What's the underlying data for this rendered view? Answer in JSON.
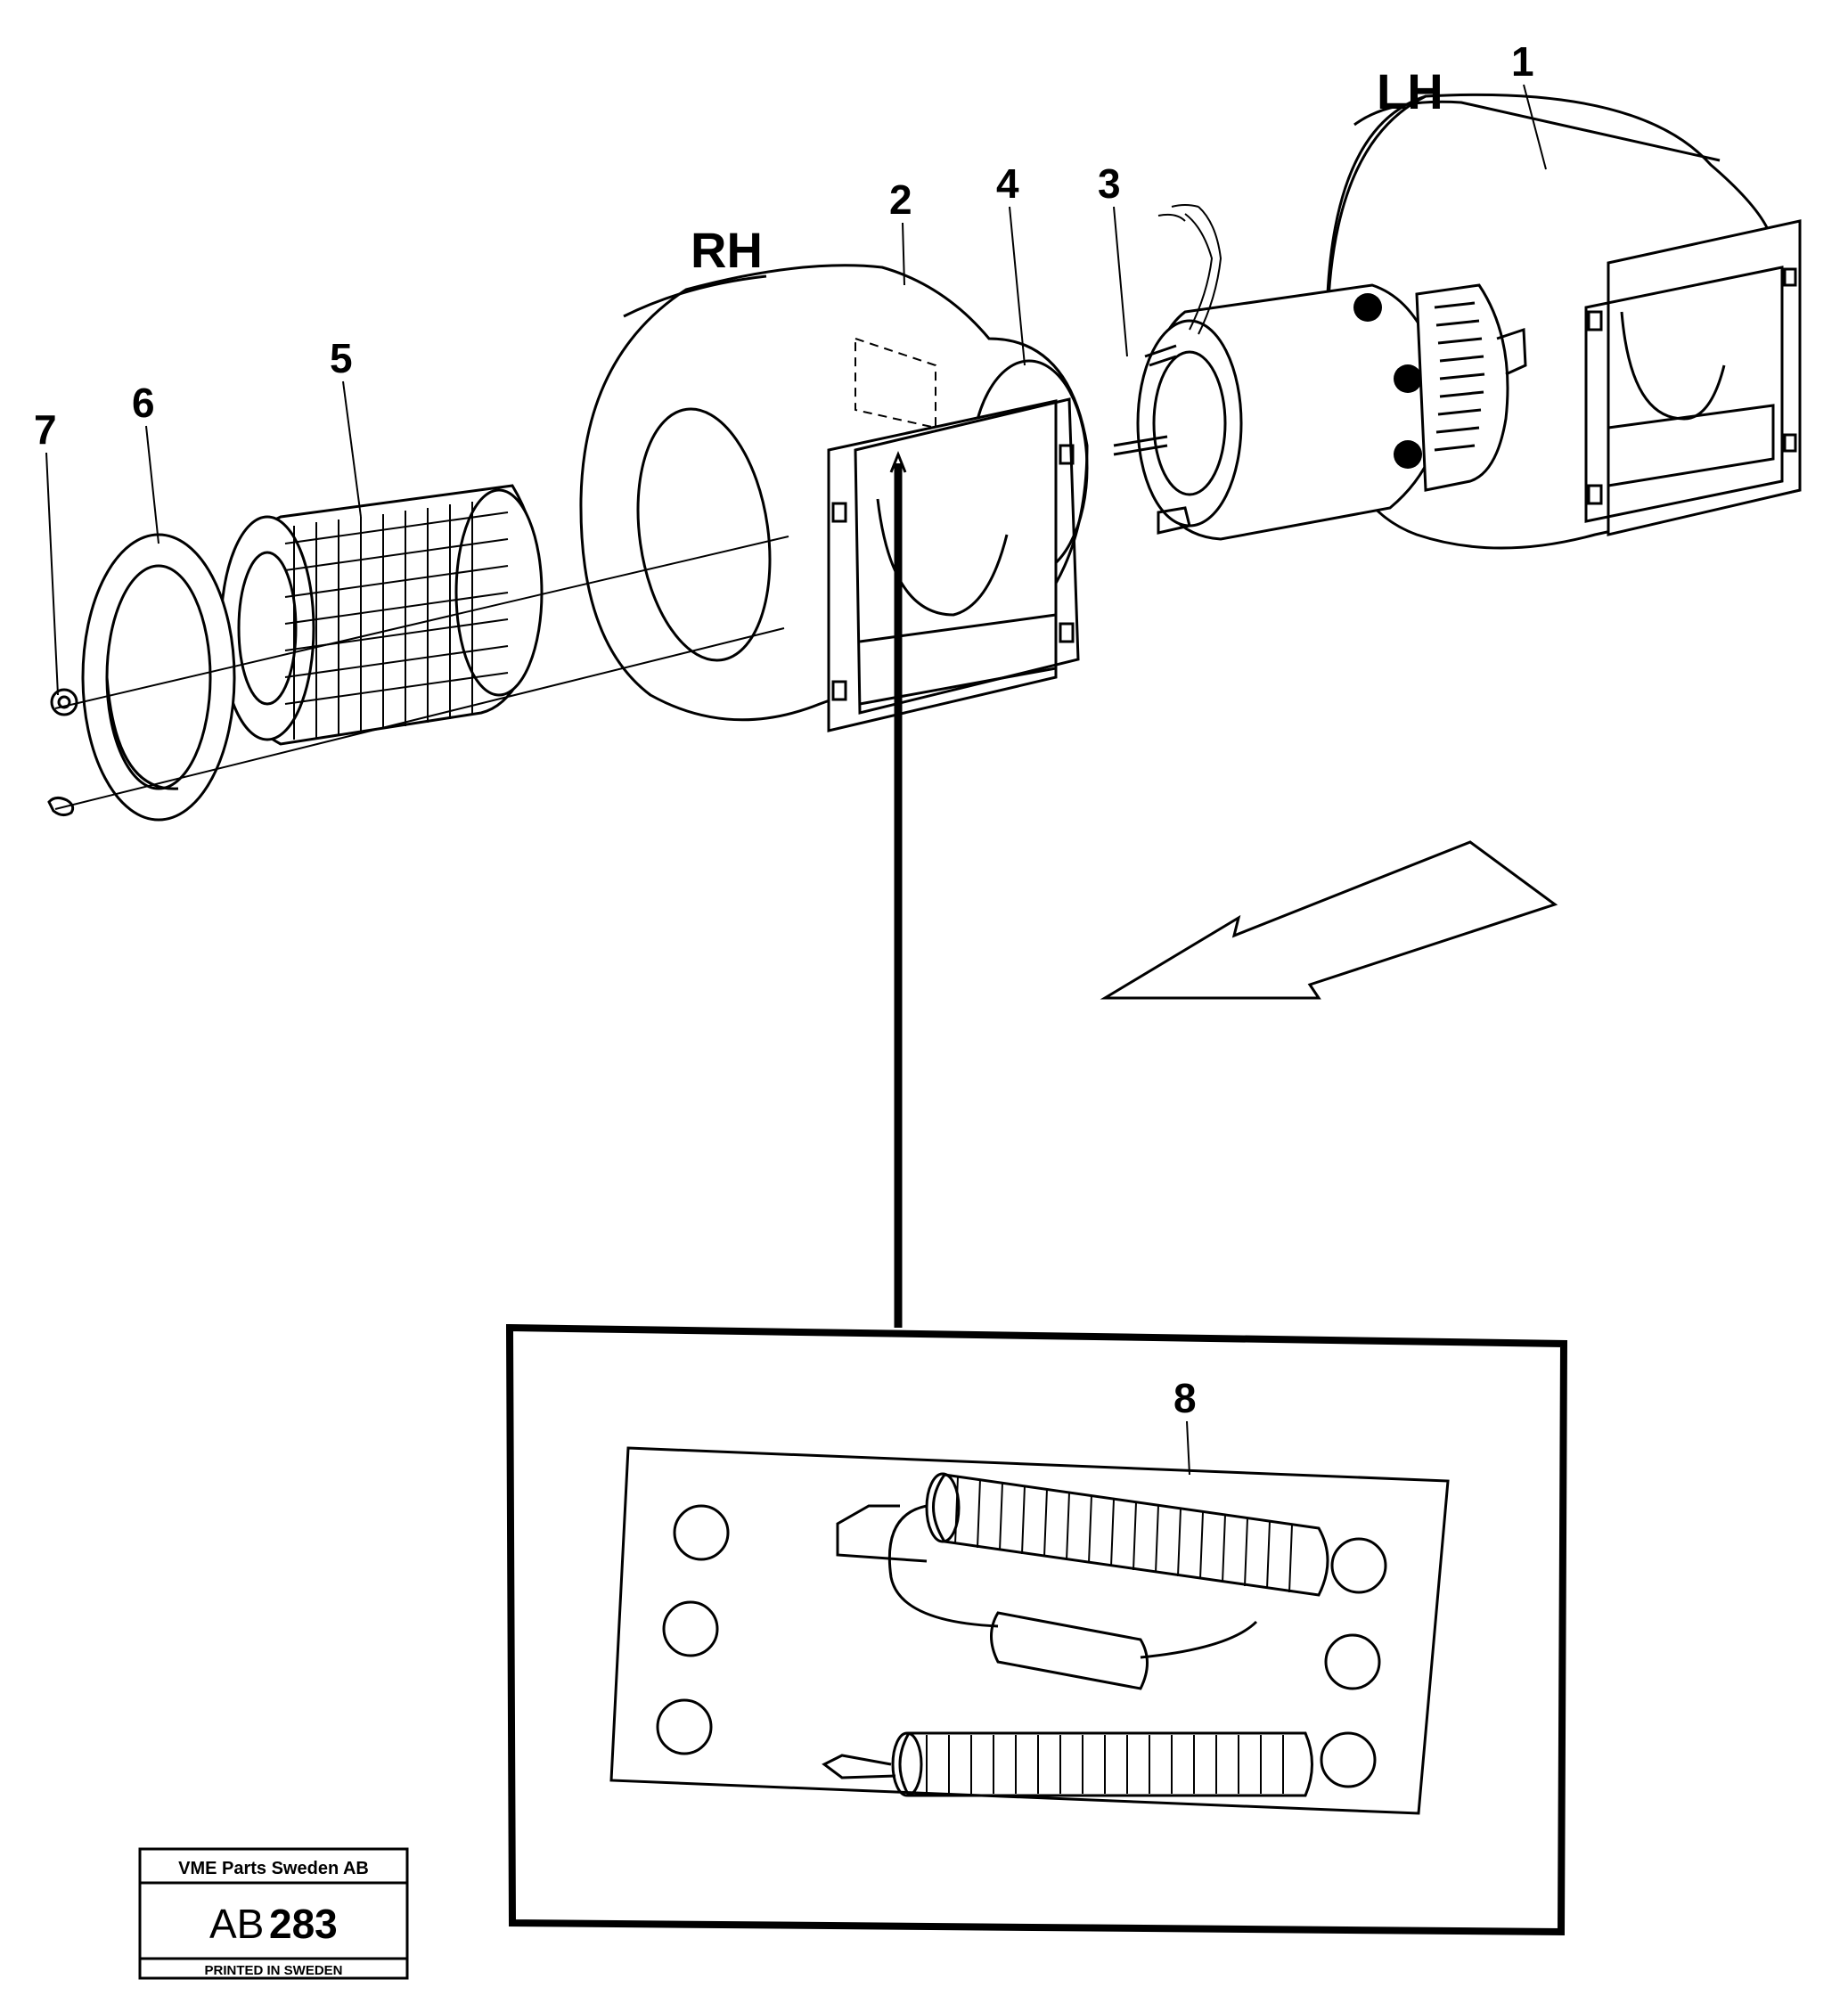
{
  "callouts": [
    {
      "id": "1",
      "label": "1"
    },
    {
      "id": "2",
      "label": "2"
    },
    {
      "id": "3",
      "label": "3"
    },
    {
      "id": "4",
      "label": "4"
    },
    {
      "id": "5",
      "label": "5"
    },
    {
      "id": "6",
      "label": "6"
    },
    {
      "id": "7",
      "label": "7"
    },
    {
      "id": "8",
      "label": "8"
    }
  ],
  "side_labels": {
    "lh": "LH",
    "rh": "RH"
  },
  "stamp": {
    "company": "VME Parts Sweden AB",
    "code_prefix": "AB",
    "code_number": "283",
    "footer": "PRINTED IN SWEDEN"
  },
  "icons": [
    "blower-housing-lh",
    "blower-housing-rh",
    "motor",
    "fan-wheel",
    "inlet-ring",
    "screw",
    "heater-element",
    "direction-arrow"
  ]
}
